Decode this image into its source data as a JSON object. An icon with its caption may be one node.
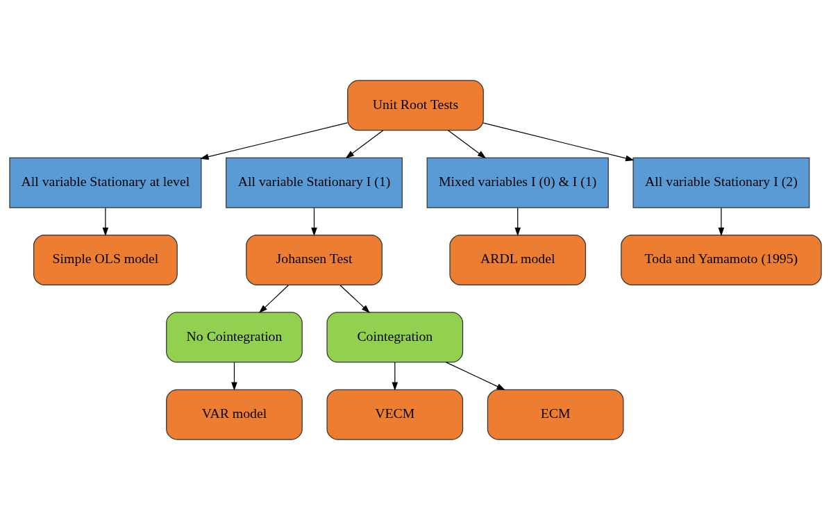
{
  "diagram": {
    "nodes": [
      {
        "text": [
          "Unit Root Tests"
        ]
      },
      {
        "text": [
          "All variable Stationary at level"
        ]
      },
      {
        "text": [
          "All variable Stationary I (1)"
        ]
      },
      {
        "text": [
          "Mixed variables I (0) & I (1)"
        ]
      },
      {
        "text": [
          "All variable Stationary I (2)"
        ]
      },
      {
        "text": [
          "Simple OLS model"
        ]
      },
      {
        "text": [
          "Johansen Test"
        ]
      },
      {
        "text": [
          "ARDL model"
        ]
      },
      {
        "text": [
          "Toda and Yamamoto (1995)"
        ]
      },
      {
        "text": [
          "No Cointegration"
        ]
      },
      {
        "text": [
          "Cointegration"
        ]
      },
      {
        "text": [
          "VAR model"
        ]
      },
      {
        "text": [
          "VECM"
        ]
      },
      {
        "text": [
          "ECM"
        ]
      }
    ],
    "edges": [
      {
        "from": 0,
        "to": 1,
        "arrow": "to"
      },
      {
        "from": 0,
        "to": 2,
        "arrow": "to"
      },
      {
        "from": 0,
        "to": 3,
        "arrow": "to"
      },
      {
        "from": 0,
        "to": 4,
        "arrow": "to"
      },
      {
        "from": 1,
        "to": 5,
        "arrow": "to"
      },
      {
        "from": 2,
        "to": 6,
        "arrow": "to"
      },
      {
        "from": 3,
        "to": 7,
        "arrow": "to"
      },
      {
        "from": 4,
        "to": 8,
        "arrow": "to"
      },
      {
        "from": 6,
        "to": 9,
        "arrow": "to"
      },
      {
        "from": 6,
        "to": 10,
        "arrow": "to"
      },
      {
        "from": 9,
        "to": 11,
        "arrow": "to"
      },
      {
        "from": 10,
        "to": 12,
        "arrow": "to"
      },
      {
        "from": 10,
        "to": 13,
        "arrow": "to"
      }
    ]
  }
}
